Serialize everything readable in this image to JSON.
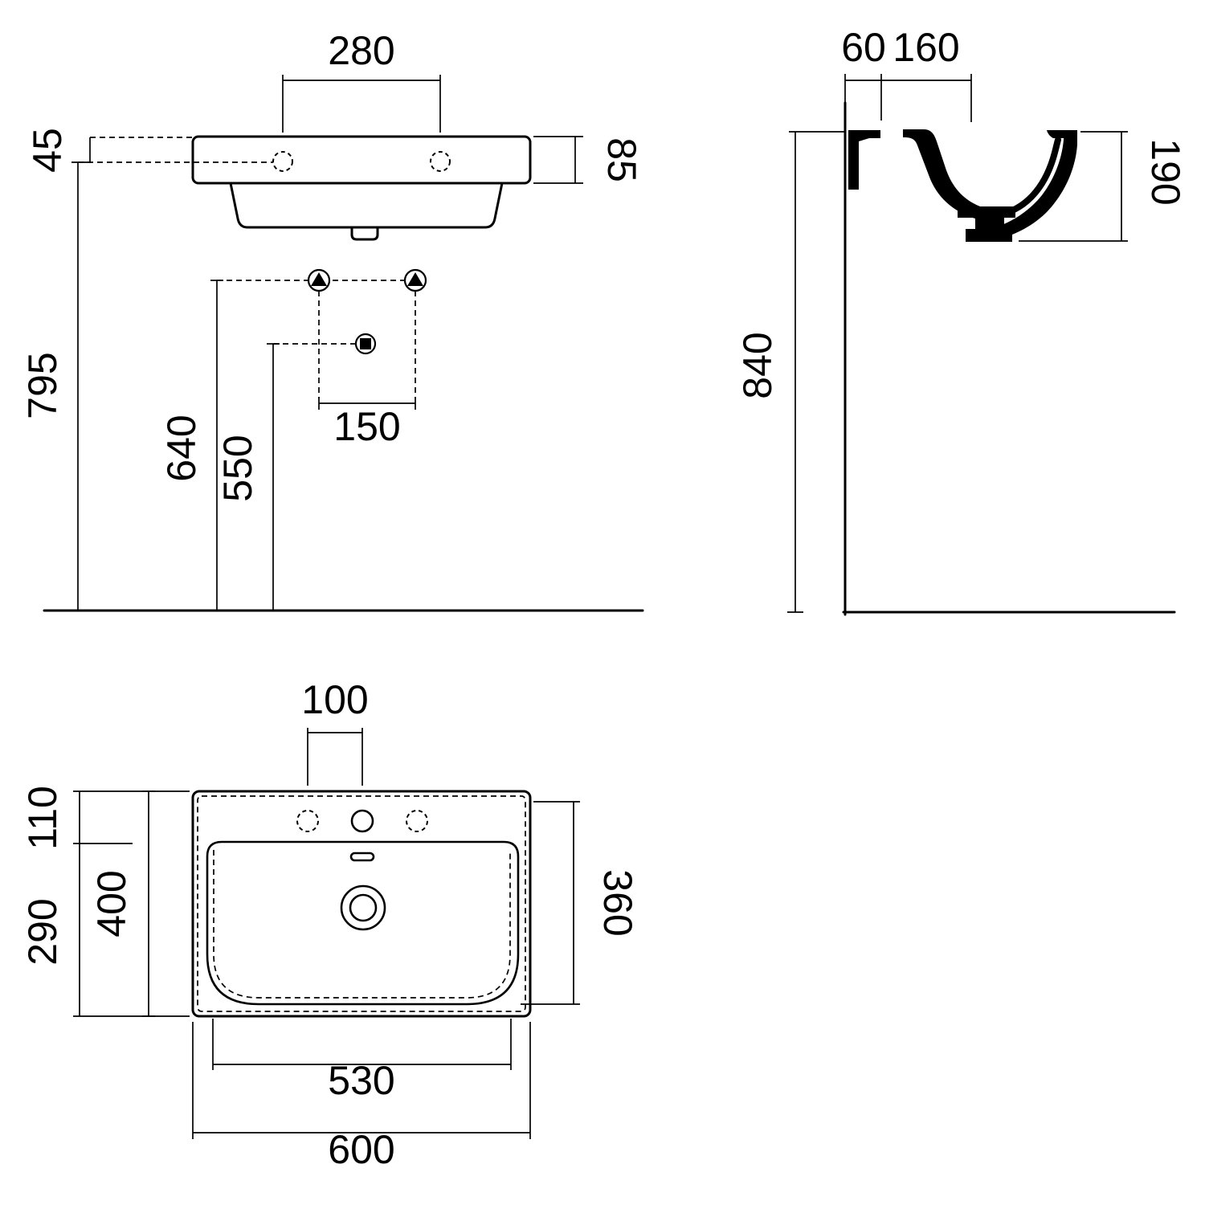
{
  "colors": {
    "ink": "#000000",
    "background": "#ffffff"
  },
  "front_view": {
    "tap_hole_spacing": "280",
    "top_to_tap_hole": "45",
    "rim_height": "85",
    "floor_to_rim_underside": "795",
    "floor_to_brackets": "640",
    "floor_to_drain": "550",
    "bracket_spacing": "150"
  },
  "side_view": {
    "wall_to_tap_hole": "60",
    "tap_hole_to_bowl_front": "160",
    "basin_height": "190",
    "floor_to_rim": "840"
  },
  "plan_view": {
    "tap_hole_pitch": "100",
    "back_ledge_depth": "110",
    "overall_depth": "400",
    "front_section_depth": "290",
    "bowl_depth": "360",
    "bowl_width": "530",
    "overall_width": "600"
  }
}
